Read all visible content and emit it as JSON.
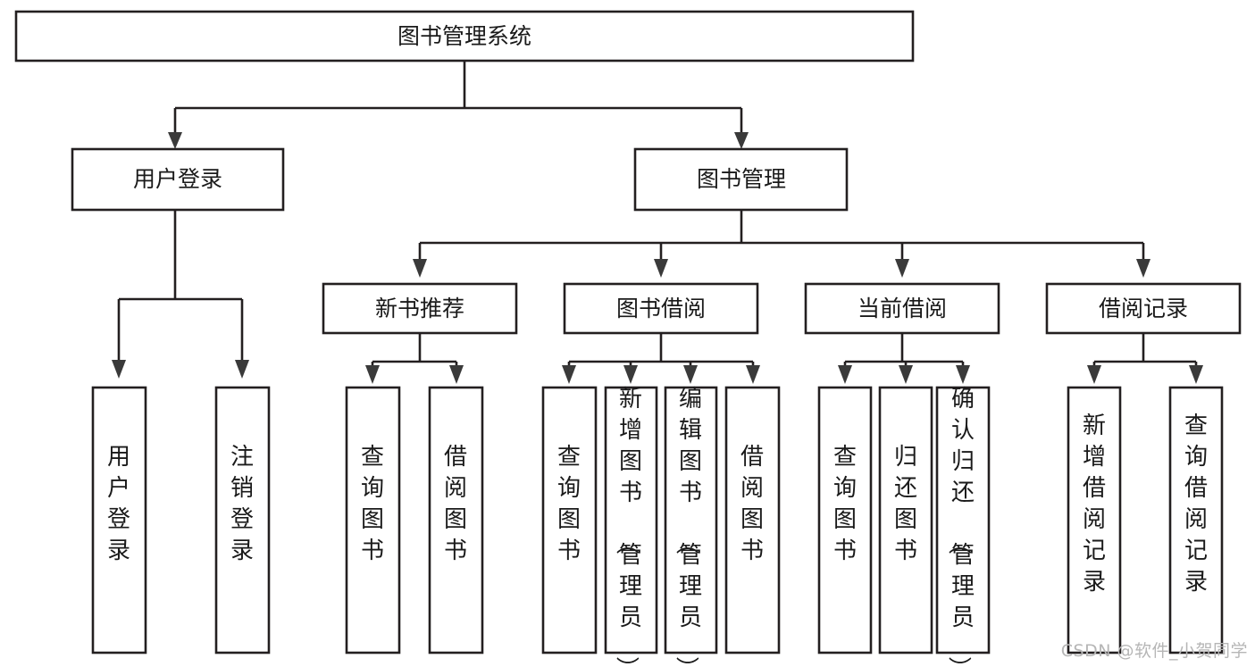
{
  "diagram": {
    "title": "图书管理系统",
    "type": "hierarchy-tree",
    "watermark": "CSDN @软件_小贺同学",
    "colors": {
      "box_stroke": "#231f20",
      "box_fill": "#ffffff",
      "text": "#1a1a1a",
      "arrow": "#3a3a3a",
      "watermark": "#b6b6b6",
      "background": "#ffffff"
    },
    "levels": [
      {
        "level": 0,
        "nodes": [
          {
            "id": "root",
            "label": "图书管理系统",
            "orientation": "horizontal"
          }
        ]
      },
      {
        "level": 1,
        "nodes": [
          {
            "id": "login",
            "label": "用户登录",
            "orientation": "horizontal",
            "parent": "root"
          },
          {
            "id": "bookmgmt",
            "label": "图书管理",
            "orientation": "horizontal",
            "parent": "root"
          }
        ]
      },
      {
        "level": 2,
        "nodes": [
          {
            "id": "newbook",
            "label": "新书推荐",
            "orientation": "horizontal",
            "parent": "bookmgmt"
          },
          {
            "id": "borrow",
            "label": "图书借阅",
            "orientation": "horizontal",
            "parent": "bookmgmt"
          },
          {
            "id": "current",
            "label": "当前借阅",
            "orientation": "horizontal",
            "parent": "bookmgmt"
          },
          {
            "id": "record",
            "label": "借阅记录",
            "orientation": "horizontal",
            "parent": "bookmgmt"
          }
        ]
      },
      {
        "level": 3,
        "nodes": [
          {
            "id": "leaf-1",
            "label": "用户登录",
            "orientation": "vertical",
            "parent": "login"
          },
          {
            "id": "leaf-2",
            "label": "注销登录",
            "orientation": "vertical",
            "parent": "login"
          },
          {
            "id": "leaf-3",
            "label": "查询图书",
            "orientation": "vertical",
            "parent": "newbook"
          },
          {
            "id": "leaf-4",
            "label": "借阅图书",
            "orientation": "vertical",
            "parent": "newbook"
          },
          {
            "id": "leaf-5",
            "label": "查询图书",
            "orientation": "vertical",
            "parent": "borrow"
          },
          {
            "id": "leaf-6",
            "label": "新增图书（管理员）",
            "orientation": "vertical",
            "parent": "borrow"
          },
          {
            "id": "leaf-7",
            "label": "编辑图书（管理员）",
            "orientation": "vertical",
            "parent": "borrow"
          },
          {
            "id": "leaf-8",
            "label": "借阅图书",
            "orientation": "vertical",
            "parent": "borrow"
          },
          {
            "id": "leaf-9",
            "label": "查询图书",
            "orientation": "vertical",
            "parent": "current"
          },
          {
            "id": "leaf-10",
            "label": "归还图书",
            "orientation": "vertical",
            "parent": "current"
          },
          {
            "id": "leaf-11",
            "label": "确认归还（管理员）",
            "orientation": "vertical",
            "parent": "current"
          },
          {
            "id": "leaf-12",
            "label": "新增借阅记录",
            "orientation": "vertical",
            "parent": "record"
          },
          {
            "id": "leaf-13",
            "label": "查询借阅记录",
            "orientation": "vertical",
            "parent": "record"
          }
        ]
      }
    ]
  }
}
